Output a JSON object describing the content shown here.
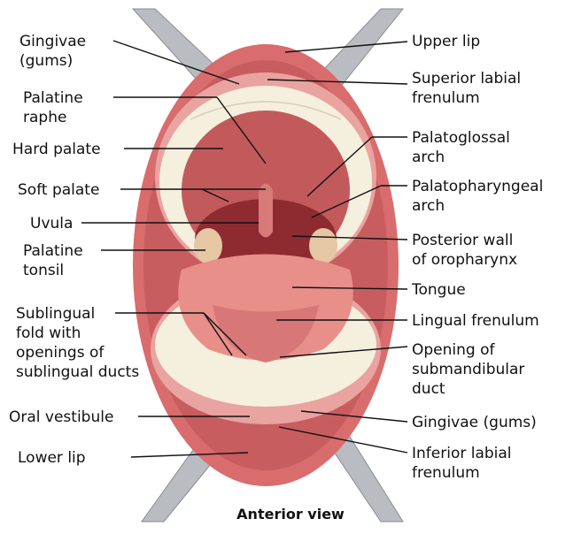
{
  "caption": "Anterior view",
  "labels": {
    "gingivae_top": "Gingivae\n(gums)",
    "palatine_raphe": "Palatine\nraphe",
    "hard_palate": "Hard palate",
    "soft_palate": "Soft palate",
    "uvula": "Uvula",
    "palatine_tonsil": "Palatine\ntonsil",
    "sublingual_fold": "Sublingual\nfold with\nopenings of\nsublingual ducts",
    "oral_vestibule": "Oral vestibule",
    "lower_lip": "Lower lip",
    "upper_lip": "Upper lip",
    "superior_labial_frenulum": "Superior labial\nfrenulum",
    "palatoglossal_arch": "Palatoglossal\narch",
    "palatopharyngeal_arch": "Palatopharyngeal\narch",
    "posterior_wall": "Posterior wall\nof oropharynx",
    "tongue": "Tongue",
    "lingual_frenulum": "Lingual frenulum",
    "opening_submandibular": "Opening of\nsubmandibular\nduct",
    "gingivae_bottom": "Gingivae (gums)",
    "inferior_labial_frenulum": "Inferior labial\nfrenulum"
  },
  "colors": {
    "lip": "#d96c6c",
    "lip_dark": "#b44a4c",
    "cavity": "#8e2b30",
    "palate": "#c25a5c",
    "teeth": "#f5efdd",
    "tongue": "#e88f8a",
    "gum": "#e9a3a0",
    "retractor": "#b9bcc0"
  }
}
